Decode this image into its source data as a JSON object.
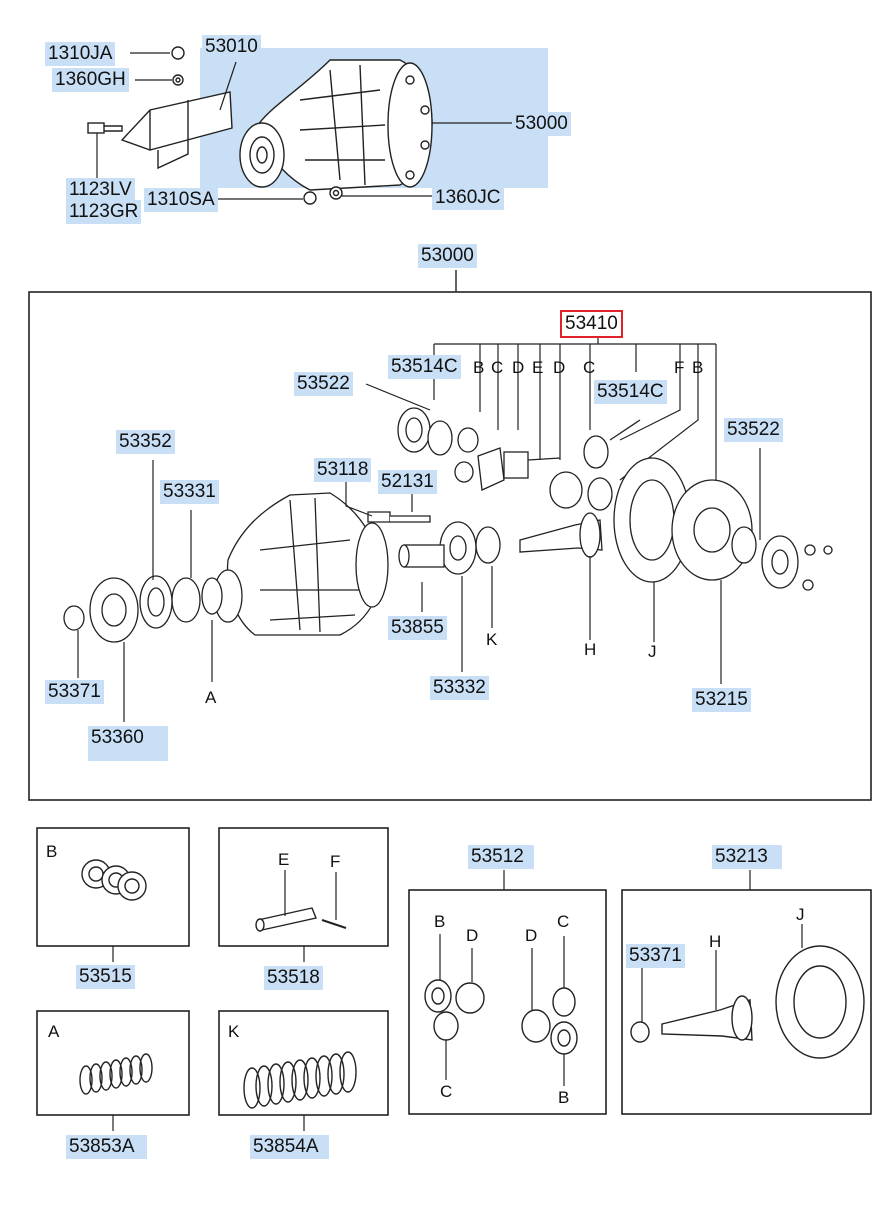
{
  "top_assembly": {
    "labels": {
      "p1310JA": "1310JA",
      "p1360GH": "1360GH",
      "p53010": "53010",
      "p53000": "53000",
      "p1123LV": "1123LV",
      "p1123GR": "1123GR",
      "p1310SA": "1310SA",
      "p1360JC": "1360JC"
    }
  },
  "main_box": {
    "title": "53000",
    "selected_part": "53410",
    "sub_letters": [
      "B",
      "C",
      "D",
      "E",
      "D",
      "C",
      "F",
      "B"
    ],
    "labels": {
      "p53514C_left": "53514C",
      "p53514C_right": "53514C",
      "p53522_left": "53522",
      "p53522_right": "53522",
      "p53352": "53352",
      "p53331": "53331",
      "p53118": "53118",
      "p52131": "52131",
      "p53855": "53855",
      "p53332": "53332",
      "p53371": "53371",
      "p53360": "53360",
      "p53215": "53215",
      "A": "A",
      "K": "K",
      "H": "H",
      "J": "J"
    }
  },
  "sub_boxes": {
    "b53515": {
      "letter": "B",
      "label": "53515"
    },
    "b53518": {
      "letter_e": "E",
      "letter_f": "F",
      "label": "53518"
    },
    "b53853A": {
      "letter": "A",
      "label": "53853A"
    },
    "b53854A": {
      "letter": "K",
      "label": "53854A"
    },
    "b53512": {
      "title": "53512",
      "letters": {
        "b1": "B",
        "d1": "D",
        "c1": "C",
        "d2": "D",
        "c2": "C",
        "b2": "B"
      }
    },
    "b53213": {
      "title": "53213",
      "p53371": "53371",
      "h": "H",
      "j": "J"
    }
  }
}
